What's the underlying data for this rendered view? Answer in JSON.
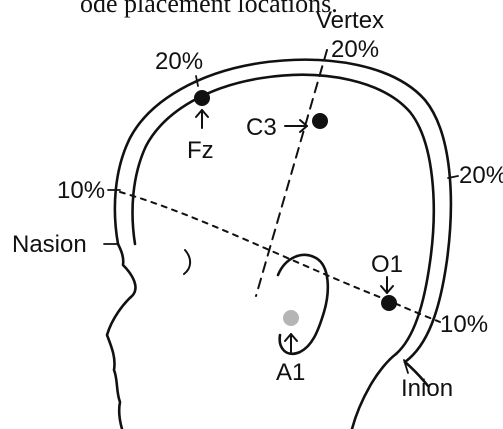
{
  "header": {
    "clipped_title": "ode placement locations."
  },
  "labels": {
    "vertex": "Vertex",
    "vertex_pct": "20%",
    "fz_pct": "20%",
    "back_pct": "20%",
    "front_pct": "10%",
    "rear_pct": "10%",
    "nasion": "Nasion",
    "inion": "Inion",
    "fz": "Fz",
    "c3": "C3",
    "o1": "O1",
    "a1": "A1"
  },
  "colors": {
    "ink": "#111111",
    "electrode": "#111111",
    "reference_electrode": "#b5b5b5"
  }
}
